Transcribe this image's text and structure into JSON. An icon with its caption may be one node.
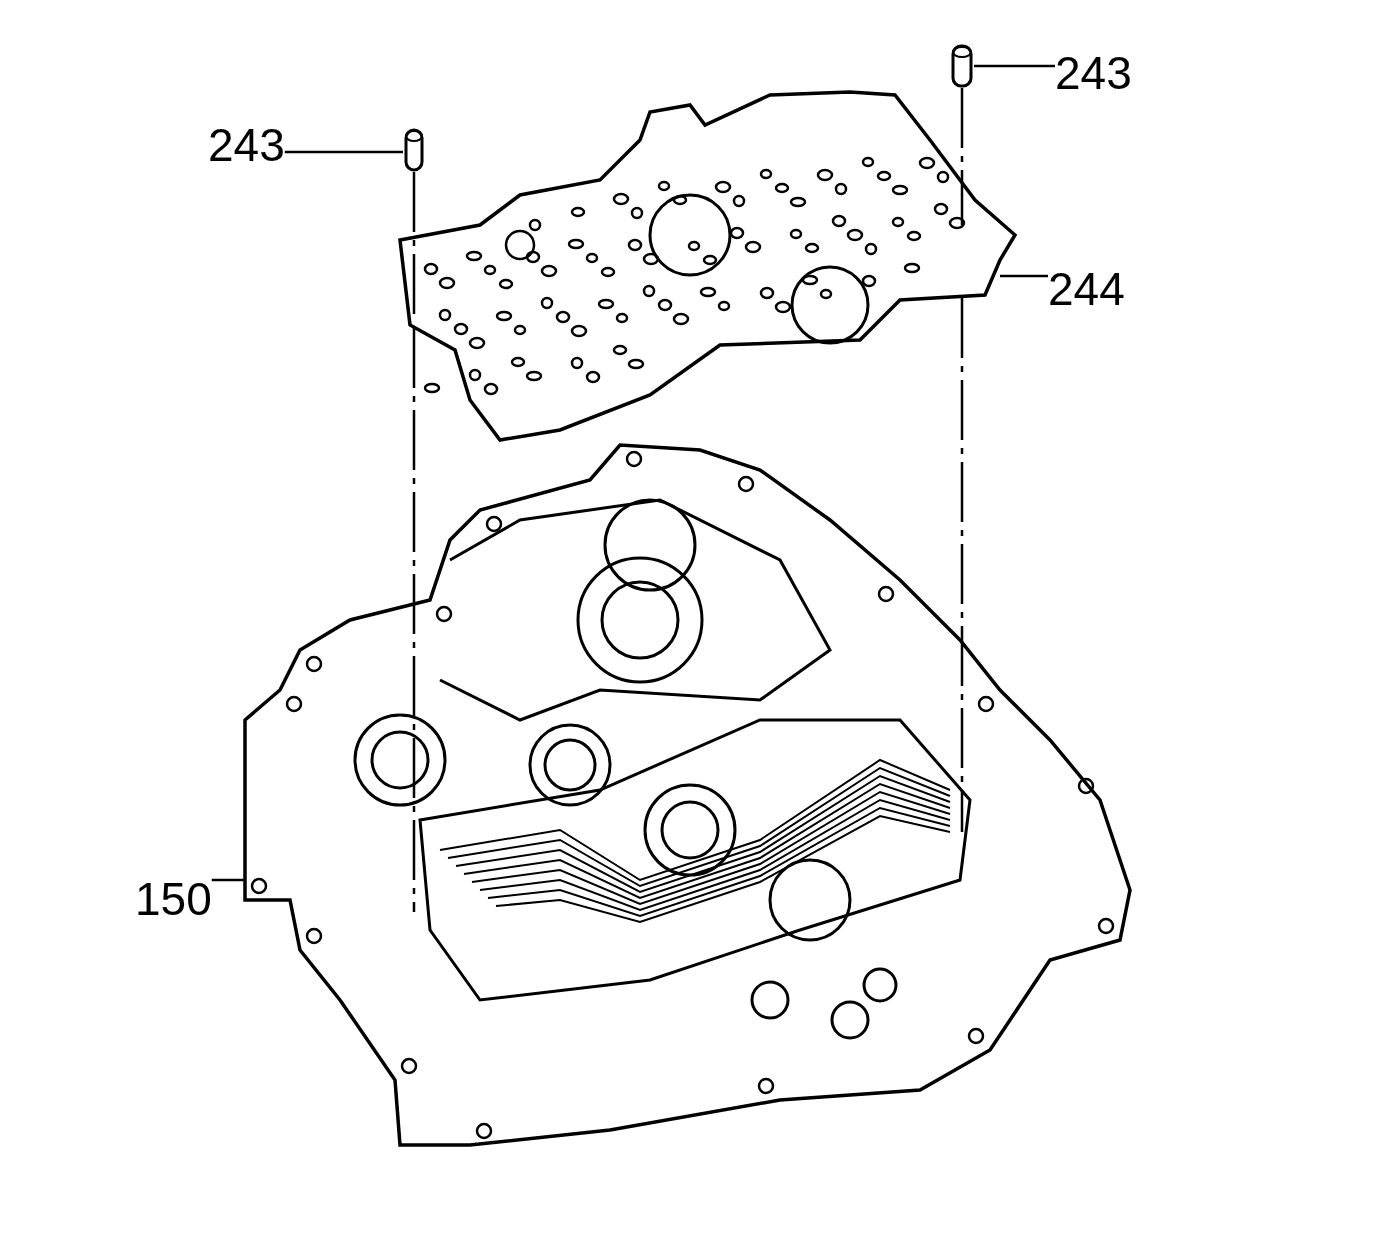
{
  "diagram": {
    "nodes": [
      {
        "text": [
          "243"
        ]
      },
      {
        "text": [],
        "shape": "picture"
      },
      {
        "text": [
          "243"
        ]
      },
      {
        "text": [],
        "shape": "picture"
      },
      {
        "text": [
          "244"
        ]
      },
      {
        "text": [],
        "shape": "picture"
      },
      {
        "text": [
          "150"
        ]
      },
      {
        "text": [],
        "shape": "picture"
      }
    ],
    "edges": [
      {
        "from": 0,
        "to": 1,
        "arrow": "none"
      },
      {
        "from": 2,
        "to": 3,
        "arrow": "none"
      },
      {
        "from": 4,
        "to": 5,
        "arrow": "none"
      },
      {
        "from": 6,
        "to": 7,
        "arrow": "none"
      },
      {
        "from": 3,
        "to": 5,
        "arrow": "none",
        "style": "dashed"
      },
      {
        "from": 5,
        "to": 7,
        "arrow": "none",
        "style": "dashed"
      },
      {
        "from": 1,
        "to": 5,
        "arrow": "none",
        "style": "dashed"
      },
      {
        "from": 5,
        "to": 7,
        "arrow": "none",
        "style": "dashed"
      }
    ]
  }
}
